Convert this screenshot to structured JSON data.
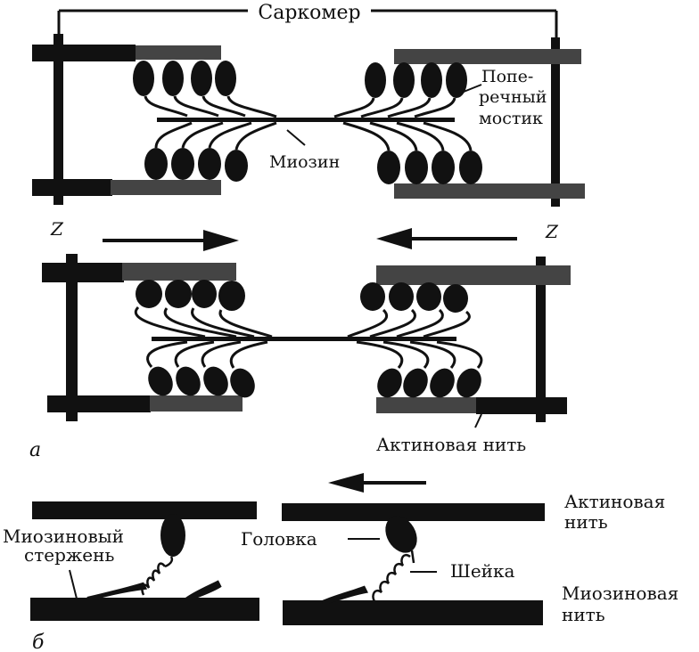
{
  "title": "Саркомер",
  "panel_a": {
    "letter": "а",
    "z_left": "Z",
    "z_right": "Z",
    "labels": {
      "cross_bridge_line1": "Попе-",
      "cross_bridge_line2": "речный",
      "cross_bridge_line3": "мостик",
      "myosin": "Миозин",
      "actin_filament": "Актиновая нить"
    },
    "arrows": [
      "right",
      "left"
    ]
  },
  "panel_b": {
    "letter": "б",
    "labels": {
      "myosin_rod_line1": "Миозиновый",
      "myosin_rod_line2": "стержень",
      "head": "Головка",
      "neck": "Шейка",
      "actin_line1": "Актиновая",
      "actin_line2": "нить",
      "myosin_fil_line1": "Миозиновая",
      "myosin_fil_line2": "нить"
    },
    "arrow": "left"
  },
  "colors": {
    "thin_filament_gray": "#444444",
    "filament_black": "#111111"
  }
}
